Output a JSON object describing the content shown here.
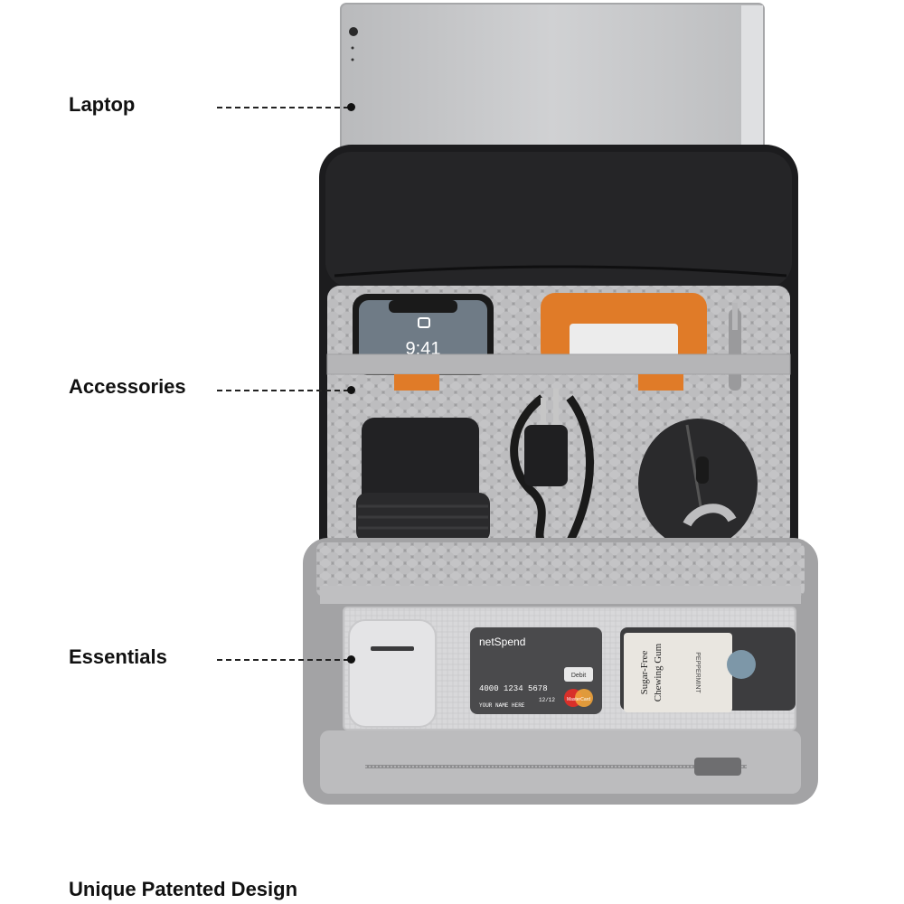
{
  "callouts": {
    "laptop": "Laptop",
    "accessories": "Accessories",
    "essentials": "Essentials"
  },
  "footer": {
    "title": "Unique Patented Design"
  },
  "phone": {
    "time": "9:41"
  },
  "card": {
    "brand": "netSpend",
    "number": "4000 1234 5678",
    "name": "YOUR NAME HERE",
    "expiry": "12/12",
    "debit_badge": "Debit",
    "network": "MasterCard"
  },
  "gum": {
    "line1": "Sugar-Free",
    "line2": "Chewing Gum",
    "brand": "PEPPERMINT"
  },
  "colors": {
    "sleeve": "#1c1c1e",
    "lining": "#a9a9ab",
    "accent": "#e07b28",
    "laptop": "#c8c9cb"
  }
}
